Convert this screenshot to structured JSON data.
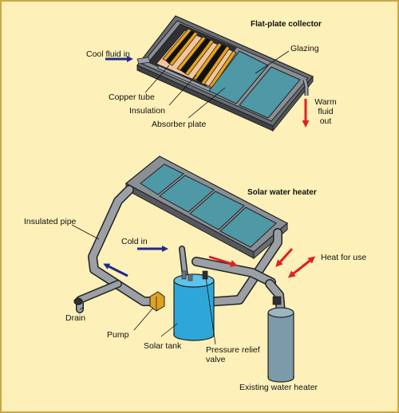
{
  "title_collector": "Flat-plate collector",
  "title_heater": "Solar water heater",
  "labels": {
    "cool_fluid_in": "Cool fluid in",
    "glazing": "Glazing",
    "copper_tube": "Copper tube",
    "insulation": "Insulation",
    "absorber_plate": "Absorber plate",
    "warm_fluid_out_1": "Warm",
    "warm_fluid_out_2": "fluid",
    "warm_fluid_out_3": "out",
    "insulated_pipe": "Insulated pipe",
    "cold_in": "Cold in",
    "heat_for_use": "Heat for use",
    "drain": "Drain",
    "pump": "Pump",
    "solar_tank": "Solar tank",
    "pressure_relief_1": "Pressure relief",
    "pressure_relief_2": "valve",
    "existing_heater": "Existing water heater"
  },
  "colors": {
    "background": "#fdf0b8",
    "frame": "#8a8f96",
    "frame_dark": "#3f4246",
    "glass": "#4f98a6",
    "absorber": "#f4c49e",
    "copper_tube": "#e8a417",
    "solar_tank": "#2fa6d9",
    "existing_heater": "#7d9aa8",
    "pump": "#e0a020",
    "arrow_blue": "#1f2a8c",
    "arrow_red": "#e02020"
  }
}
